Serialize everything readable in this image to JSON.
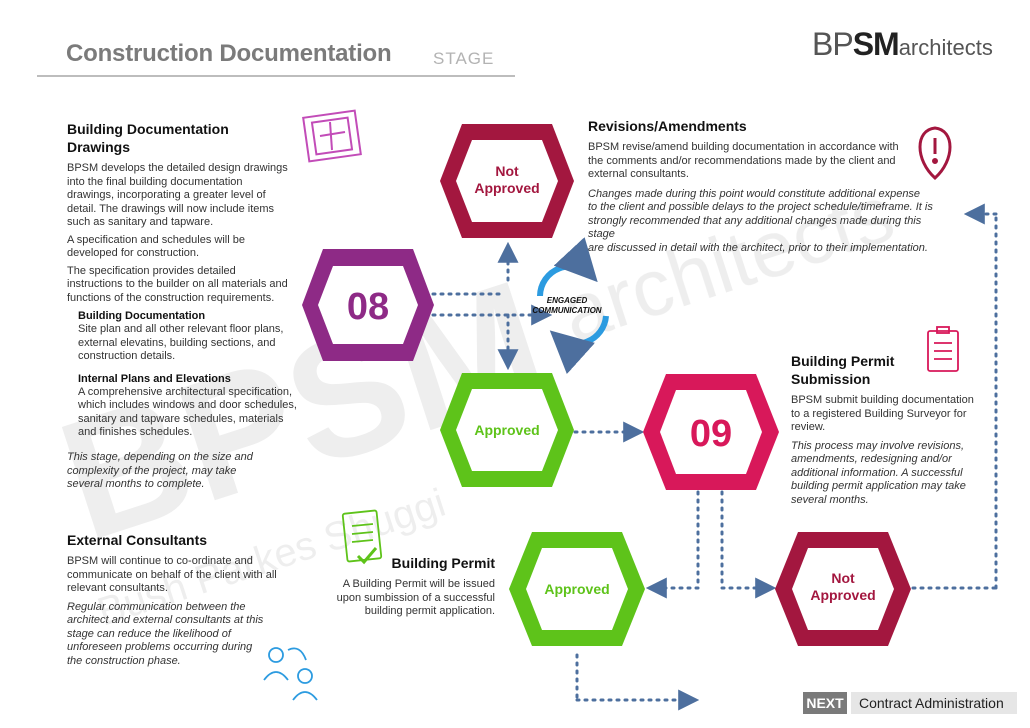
{
  "header": {
    "title": "Construction Documentation",
    "stage": "STAGE",
    "logo_bp": "BP",
    "logo_sm": "SM",
    "logo_arch": "architects"
  },
  "watermark": {
    "big": "BPSM",
    "arch": "architects",
    "sub": "Bush Parkes Shuggi"
  },
  "left": {
    "drawings_title_1": "Building Documentation",
    "drawings_title_2": "Drawings",
    "drawings_p1": [
      "BPSM develops the detailed design drawings",
      "into the final building documentation",
      "drawings, incorporating a greater level of",
      "detail. The drawings will now include items",
      "such as sanitary and tapware."
    ],
    "drawings_p2": [
      "A specification and schedules will be",
      "developed for construction."
    ],
    "drawings_p3": [
      "The specification provides detailed",
      "instructions to the builder on all materials and",
      "functions of the construction requirements."
    ],
    "bd_title": "Building Documentation",
    "bd_text": [
      "Site plan and all other relevant floor plans,",
      "external elevatins, building sections, and",
      "construction details."
    ],
    "ipe_title": "Internal Plans and Elevations",
    "ipe_text": [
      "A comprehensive architectural specification,",
      "which includes windows and door schedules,",
      "sanitary and tapware schedules, materials",
      "and finishes schedules."
    ],
    "note": [
      "This stage, depending on the size and",
      "complexity of the project, may take",
      "several months to complete."
    ],
    "ext_title": "External Consultants",
    "ext_p": [
      "BPSM will continue to co-ordinate and",
      "communicate on behalf of the client with all",
      "relevant consultants."
    ],
    "ext_note": [
      "Regular communication between the",
      "architect and external consultants at this",
      "stage can reduce the likelihood of",
      "unforeseen problems occurring during",
      "the construction phase."
    ]
  },
  "revisions": {
    "title": "Revisions/Amendments",
    "p": [
      "BPSM revise/amend building documentation in accordance with",
      "the comments and/or recommendations made by the client and",
      "external consultants."
    ],
    "note": [
      "Changes made during this point would constitute additional expense",
      "to the client and possible delays to the project schedule/timeframe. It is",
      "strongly recommended that any additional changes made during this stage",
      "are discussed in detail with the architect, prior to their implementation."
    ]
  },
  "permit_submission": {
    "title_1": "Building Permit",
    "title_2": "Submission",
    "p": [
      "BPSM submit building documentation",
      "to a registered Building Surveyor for",
      "review."
    ],
    "note": [
      "This process may involve revisions,",
      "amendments, redesigning and/or",
      "additional information. A successful",
      "building permit application may take",
      "several months."
    ]
  },
  "building_permit": {
    "title": "Building Permit",
    "p": [
      "A Building Permit will be issued",
      "upon sumbission of a successful",
      "building permit application."
    ]
  },
  "hexes": {
    "step08": "08",
    "not_approved_top_1": "Not",
    "not_approved_top_2": "Approved",
    "approved_mid": "Approved",
    "step09": "09",
    "approved_low": "Approved",
    "not_approved_low_1": "Not",
    "not_approved_low_2": "Approved"
  },
  "engaged": {
    "line1": "ENGAGED",
    "line2": "COMMUNICATION"
  },
  "footer": {
    "next": "NEXT",
    "next_label": "Contract Administration"
  },
  "colors": {
    "purple": "#8e2a86",
    "crimson": "#a3173f",
    "green": "#5ec31a",
    "pink": "#d8185a",
    "arrow": "#4d6f9e"
  }
}
